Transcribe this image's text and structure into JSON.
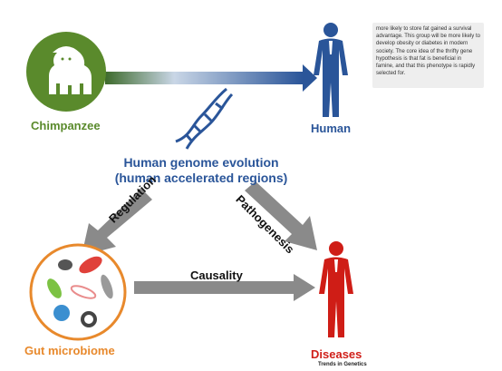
{
  "nodes": {
    "chimpanzee": {
      "label": "Chimpanzee",
      "color": "#5a8a2c"
    },
    "human": {
      "label": "Human",
      "color": "#2a5599"
    },
    "center": {
      "line1": "Human genome evolution",
      "line2": "(human accelerated regions)",
      "color": "#2a5599"
    },
    "gut": {
      "label": "Gut microbiome",
      "color": "#e8892c"
    },
    "diseases": {
      "label": "Diseases",
      "color": "#d0201a"
    }
  },
  "edges": {
    "regulation": "Regulation",
    "pathogenesis": "Pathogenesis",
    "causality": "Causality"
  },
  "source": "Trends in Genetics",
  "note": "more likely to store fat gained a survival advantage. This group will be more likely to develop obesity or diabetes in modern society. The core idea of the thrifty gene hypothesis is that fat is beneficial in famine, and that this phenotype is rapidly selected for."
}
